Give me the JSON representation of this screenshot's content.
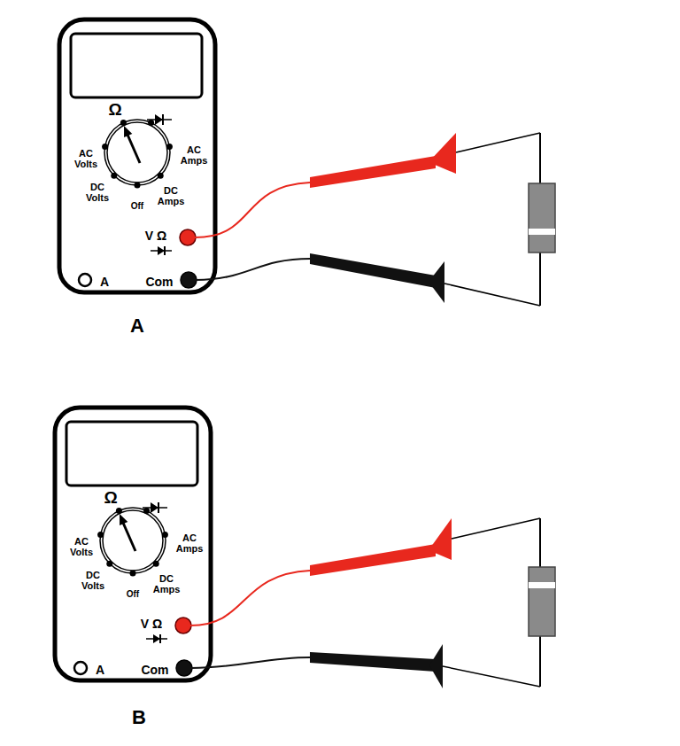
{
  "diagram": {
    "nodes": [
      {
        "text": [
          "Ω",
          "AC Volts",
          "AC Amps",
          "DC Volts",
          "Off",
          "DC Amps",
          "V Ω",
          "A",
          "Com"
        ]
      },
      {
        "text": [
          "Ω",
          "AC Volts",
          "AC Amps",
          "DC Volts",
          "Off",
          "DC Amps",
          "V Ω",
          "A",
          "Com"
        ]
      }
    ],
    "labels": [
      "A",
      "B"
    ]
  }
}
